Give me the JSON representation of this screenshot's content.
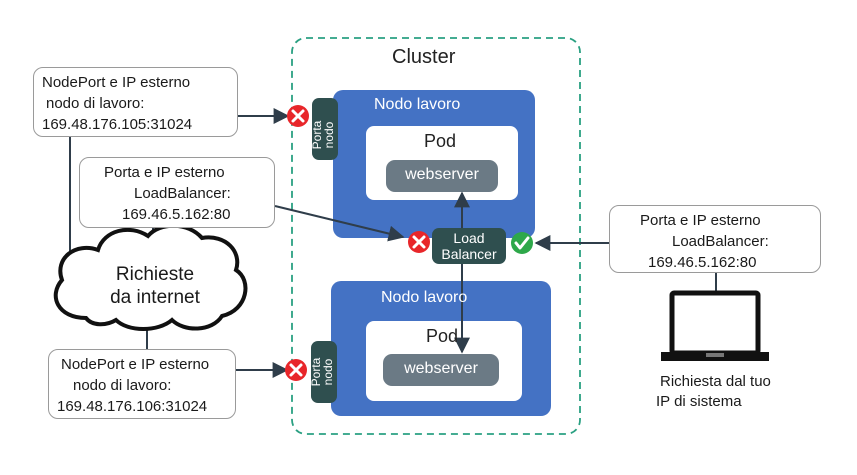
{
  "cluster": {
    "label": "Cluster"
  },
  "worker_nodes": [
    {
      "label": "Nodo lavoro",
      "pod_label": "Pod",
      "service_label": "webserver",
      "port_label": [
        "Porta",
        "nodo"
      ]
    },
    {
      "label": "Nodo lavoro",
      "pod_label": "Pod",
      "service_label": "webserver",
      "port_label": [
        "Porta",
        "nodo"
      ]
    }
  ],
  "load_balancer": {
    "label": [
      "Load",
      "Balancer"
    ]
  },
  "internet": {
    "label": [
      "Richieste",
      "da internet"
    ]
  },
  "callouts": {
    "nodeport_top": [
      "NodePort e IP esterno",
      "nodo di lavoro:",
      "169.48.176.105:31024"
    ],
    "lb_left": [
      "Porta e IP esterno",
      "LoadBalancer:",
      "169.46.5.162:80"
    ],
    "nodeport_bottom": [
      "NodePort e IP esterno",
      "nodo di lavoro:",
      "169.48.176.106:31024"
    ],
    "lb_right": [
      "Porta e IP esterno",
      "LoadBalancer:",
      "169.46.5.162:80"
    ]
  },
  "client": {
    "caption": [
      "Richiesta dal tuo",
      "IP di sistema"
    ]
  },
  "colors": {
    "node_blue": "#4472c4",
    "pill_gray": "#6b7a85",
    "port_dark": "#2f4f4f",
    "cluster_border": "#2aa082",
    "blocked_red": "#e8262a",
    "allowed_green": "#2ea84a",
    "arrow": "#2f3d4a"
  },
  "icons": {
    "blocked": "x-circle-icon",
    "allowed": "check-circle-icon",
    "client": "laptop-icon",
    "internet": "cloud-icon"
  }
}
